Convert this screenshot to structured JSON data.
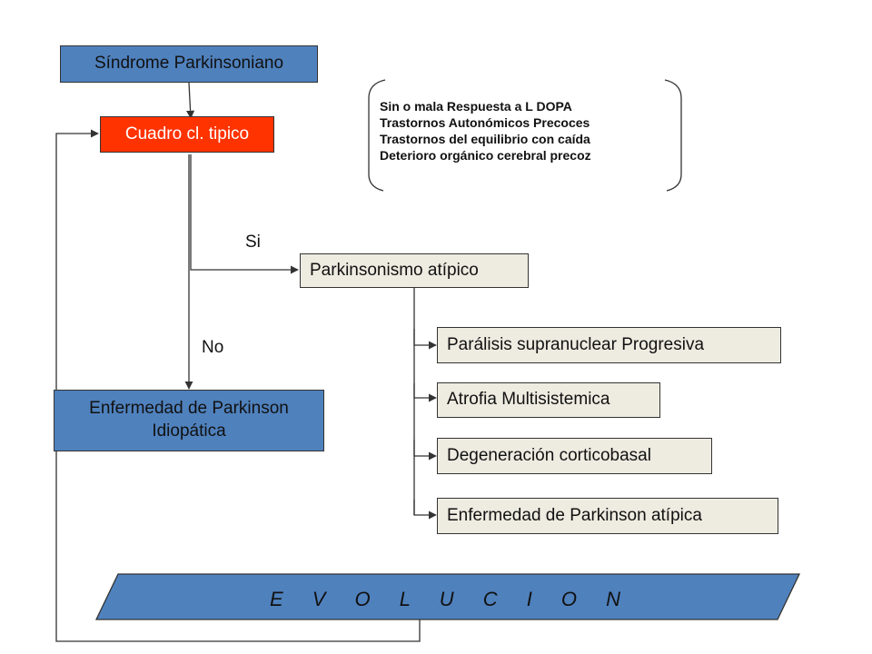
{
  "nodes": {
    "sindrome": "Síndrome Parkinsoniano",
    "cuadro": "Cuadro cl. tipico",
    "atipico": "Parkinsonismo atípico",
    "idiopatica_line1": "Enfermedad de Parkinson",
    "idiopatica_line2": "Idiopática",
    "psp": "Parálisis supranuclear Progresiva",
    "ams": "Atrofia Multisistemica",
    "dcb": "Degeneración corticobasal",
    "epa": "Enfermedad de Parkinson atípica"
  },
  "labels": {
    "si": "Si",
    "no": "No"
  },
  "criteria": [
    "Sin o mala Respuesta a  L  DOPA",
    "Trastornos Autonómicos Precoces",
    "Trastornos del equilibrio con caída",
    "Deterioro orgánico cerebral precoz"
  ],
  "evolucion": "E V O L U C I O N",
  "colors": {
    "blue": "#4f81bd",
    "red": "#ff3300",
    "cream": "#eeece1",
    "line": "#333333"
  }
}
